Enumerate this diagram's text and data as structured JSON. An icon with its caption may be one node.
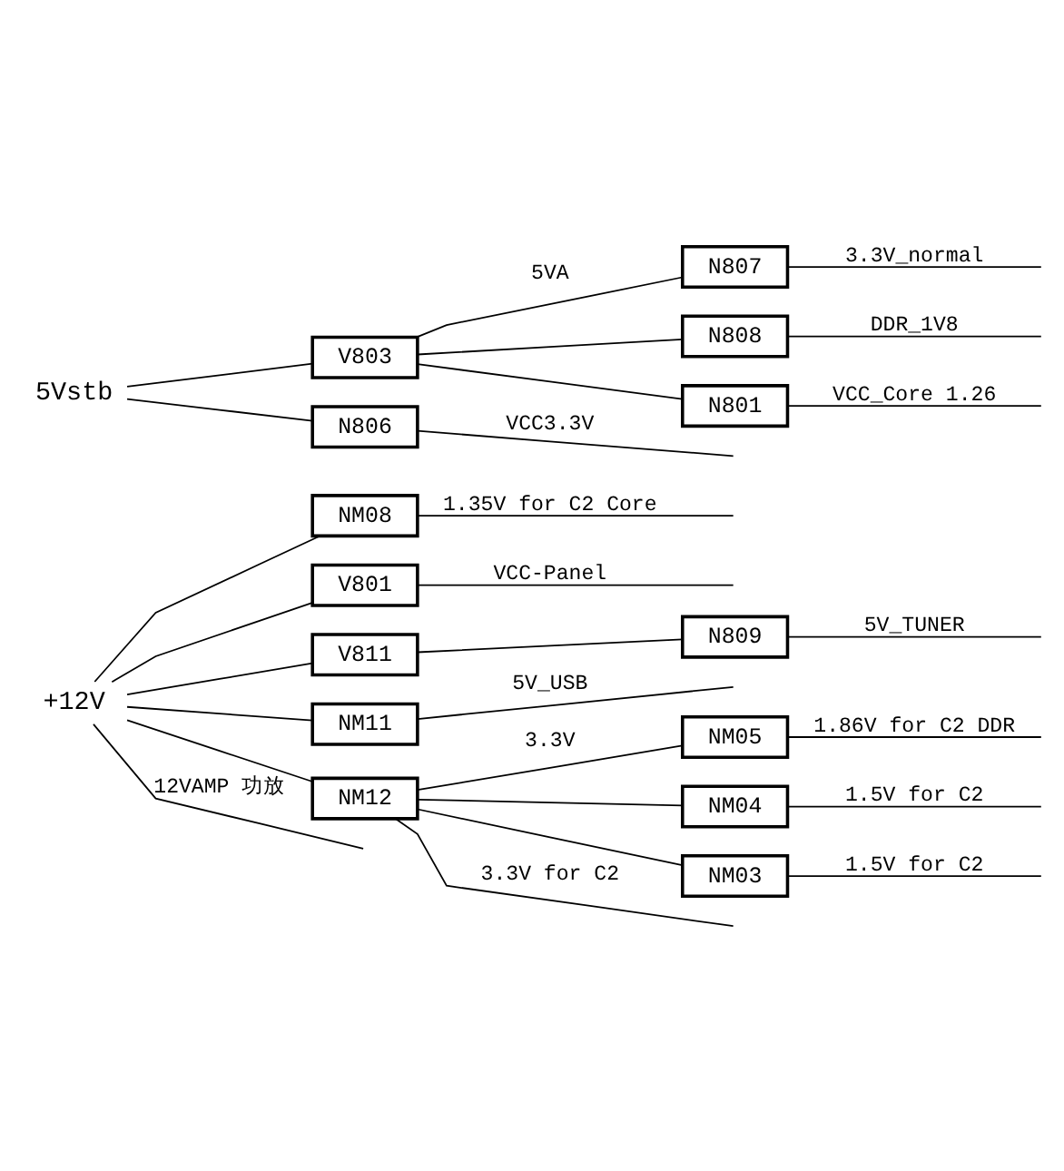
{
  "diagram": {
    "nodes": [
      {
        "text": [
          "+12V"
        ]
      },
      {
        "text": [
          "NM08"
        ]
      },
      {
        "text": [
          "V801"
        ]
      },
      {
        "text": [
          "V811"
        ]
      },
      {
        "text": [
          "N809"
        ]
      },
      {
        "text": [
          "NM11"
        ]
      },
      {
        "text": [
          "NM12"
        ]
      },
      {
        "text": [
          "NM05"
        ]
      },
      {
        "text": [
          "NM04"
        ]
      },
      {
        "text": [
          "NM03"
        ]
      },
      {
        "text": [
          "5Vstb"
        ]
      },
      {
        "text": [
          "V803"
        ]
      },
      {
        "text": [
          "N807"
        ]
      },
      {
        "text": [
          "N808"
        ]
      },
      {
        "text": [
          "N801"
        ]
      },
      {
        "text": [
          "N806"
        ]
      }
    ],
    "edges": [
      {
        "from": 0,
        "to": 1,
        "arrow": "none"
      },
      {
        "from": 0,
        "to": null,
        "arrow": "none",
        "label": "12VAMP 功放"
      },
      {
        "from": 0,
        "to": 2,
        "arrow": "none"
      },
      {
        "from": 0,
        "to": 3,
        "arrow": "none"
      },
      {
        "from": 0,
        "to": 5,
        "arrow": "none"
      },
      {
        "from": 0,
        "to": 6,
        "arrow": "none"
      },
      {
        "from": 1,
        "to": null,
        "arrow": "none",
        "label": "1.35V for C2 Core"
      },
      {
        "from": 2,
        "to": null,
        "arrow": "none",
        "label": "VCC-Panel"
      },
      {
        "from": 3,
        "to": 4,
        "arrow": "none"
      },
      {
        "from": 4,
        "to": null,
        "arrow": "none",
        "label": "5V_TUNER"
      },
      {
        "from": 5,
        "to": null,
        "arrow": "none",
        "label": "5V_USB"
      },
      {
        "from": 6,
        "to": null,
        "arrow": "none",
        "label": "3.3V for C2"
      },
      {
        "from": 6,
        "to": 7,
        "arrow": "none",
        "label": "3.3V"
      },
      {
        "from": 6,
        "to": 8,
        "arrow": "none"
      },
      {
        "from": 6,
        "to": 9,
        "arrow": "none"
      },
      {
        "from": 7,
        "to": null,
        "arrow": "none",
        "label": "1.86V for C2 DDR"
      },
      {
        "from": 8,
        "to": null,
        "arrow": "none",
        "label": "1.5V for C2"
      },
      {
        "from": 9,
        "to": null,
        "arrow": "none",
        "label": "1.5V for C2"
      },
      {
        "from": 10,
        "to": 11,
        "arrow": "none"
      },
      {
        "from": 10,
        "to": 15,
        "arrow": "none"
      },
      {
        "from": 11,
        "to": 12,
        "arrow": "none",
        "label": "5VA"
      },
      {
        "from": 11,
        "to": 13,
        "arrow": "none"
      },
      {
        "from": 11,
        "to": 14,
        "arrow": "none"
      },
      {
        "from": 12,
        "to": null,
        "arrow": "none",
        "label": "3.3V_normal"
      },
      {
        "from": 13,
        "to": null,
        "arrow": "none",
        "label": "DDR_1V8"
      },
      {
        "from": 14,
        "to": null,
        "arrow": "none",
        "label": "VCC_Core 1.26"
      },
      {
        "from": 15,
        "to": null,
        "arrow": "none",
        "label": "VCC3.3V"
      }
    ]
  }
}
